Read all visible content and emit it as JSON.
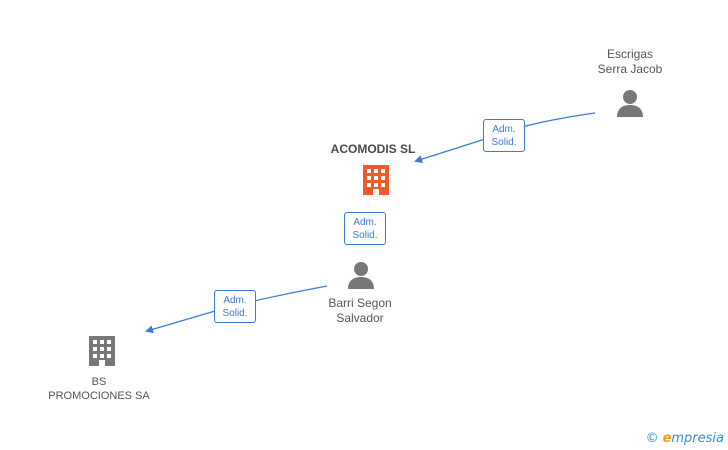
{
  "nodes": {
    "acomodis": {
      "name": "ACOMODIS SL",
      "type": "company",
      "color": "#f05a28"
    },
    "escrigas": {
      "name_line1": "Escrigas",
      "name_line2": "Serra Jacob",
      "type": "person",
      "color": "#777777"
    },
    "barri": {
      "name_line1": "Barri Segon",
      "name_line2": "Salvador",
      "type": "person",
      "color": "#777777"
    },
    "bs": {
      "name_line1": "BS",
      "name_line2": "PROMOCIONES SA",
      "type": "company",
      "color": "#777777"
    }
  },
  "edges": [
    {
      "from": "escrigas",
      "to": "acomodis",
      "label_line1": "Adm.",
      "label_line2": "Solid."
    },
    {
      "from": "barri",
      "to": "acomodis",
      "label_line1": "Adm.",
      "label_line2": "Solid."
    },
    {
      "from": "barri",
      "to": "bs",
      "label_line1": "Adm.",
      "label_line2": "Solid."
    }
  ],
  "colors": {
    "edge": "#3a7bd5",
    "person_icon": "#777777",
    "company_highlight": "#f05a28",
    "company_icon": "#777777"
  },
  "footer": {
    "copyright_symbol": "©",
    "brand_first": "e",
    "brand_rest": "mpresia"
  }
}
